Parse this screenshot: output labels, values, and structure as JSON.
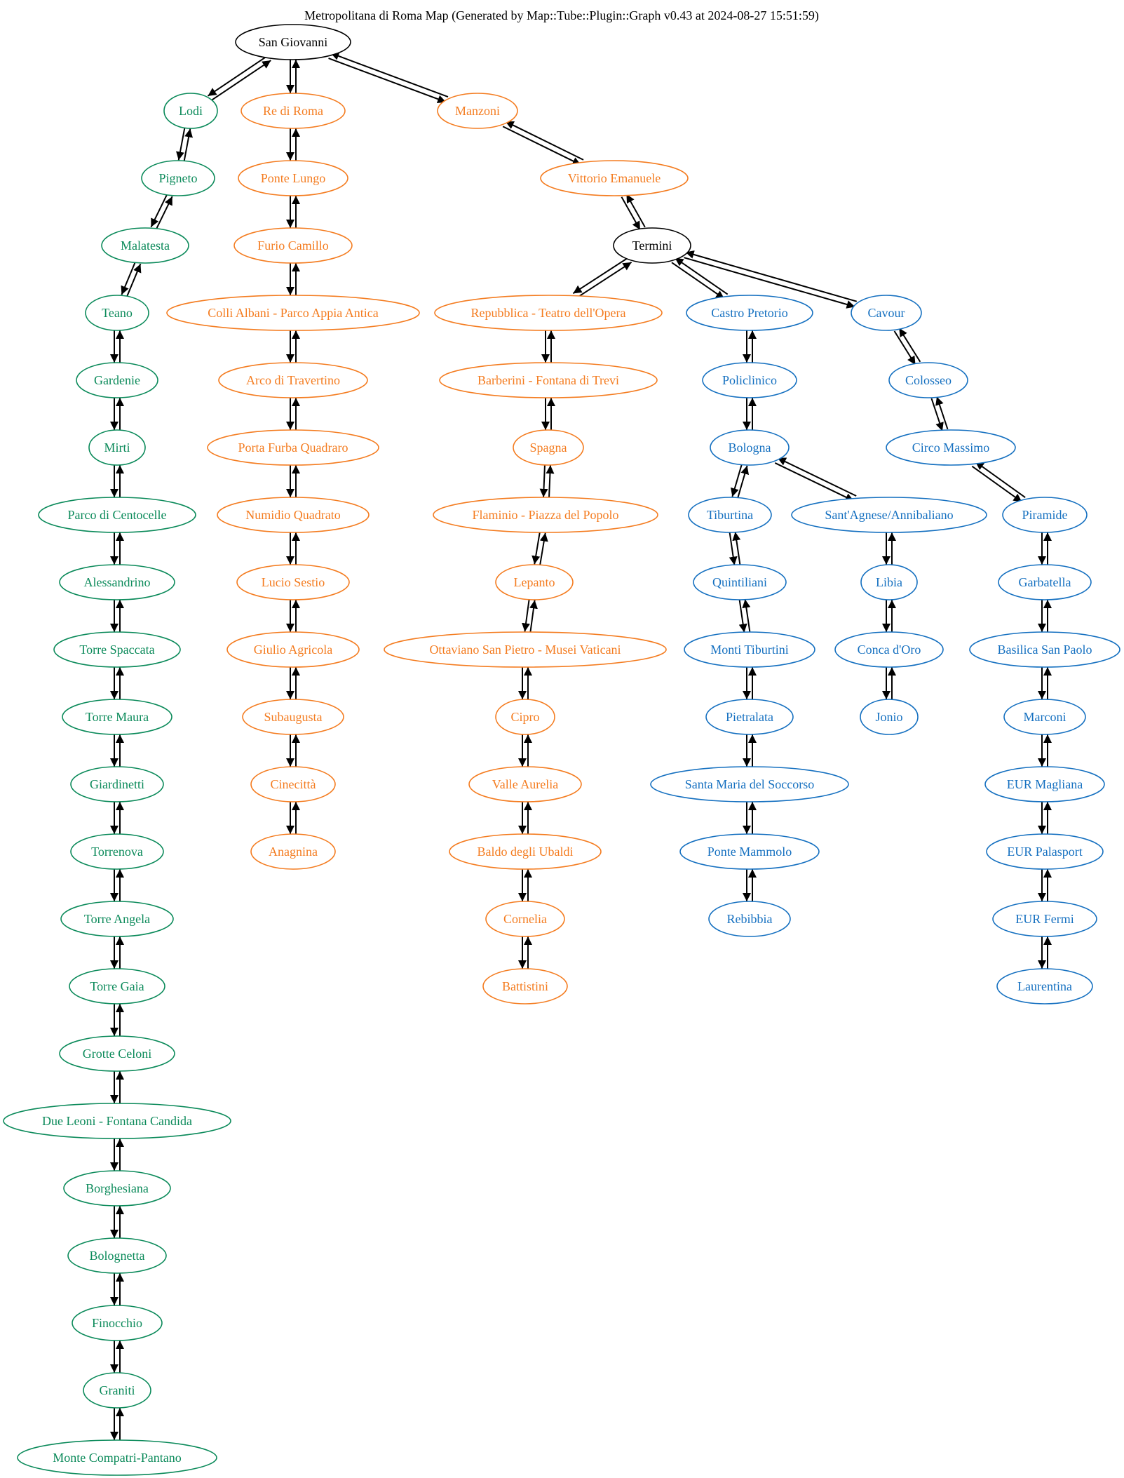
{
  "title": "Metropolitana di Roma Map (Generated by Map::Tube::Plugin::Graph v0.43 at 2024-08-27 15:51:59)",
  "colors": {
    "green": "#0b8a5a",
    "orange": "#f47c20",
    "blue": "#1570c0",
    "black": "#000000"
  },
  "stations": [
    {
      "id": "san_giovanni",
      "name": "San Giovanni",
      "line": "black"
    },
    {
      "id": "termini",
      "name": "Termini",
      "line": "black"
    },
    {
      "id": "lodi",
      "name": "Lodi",
      "line": "green"
    },
    {
      "id": "pigneto",
      "name": "Pigneto",
      "line": "green"
    },
    {
      "id": "malatesta",
      "name": "Malatesta",
      "line": "green"
    },
    {
      "id": "teano",
      "name": "Teano",
      "line": "green"
    },
    {
      "id": "gardenie",
      "name": "Gardenie",
      "line": "green"
    },
    {
      "id": "mirti",
      "name": "Mirti",
      "line": "green"
    },
    {
      "id": "parco_centocelle",
      "name": "Parco di Centocelle",
      "line": "green"
    },
    {
      "id": "alessandrino",
      "name": "Alessandrino",
      "line": "green"
    },
    {
      "id": "torre_spaccata",
      "name": "Torre Spaccata",
      "line": "green"
    },
    {
      "id": "torre_maura",
      "name": "Torre Maura",
      "line": "green"
    },
    {
      "id": "giardinetti",
      "name": "Giardinetti",
      "line": "green"
    },
    {
      "id": "torrenova",
      "name": "Torrenova",
      "line": "green"
    },
    {
      "id": "torre_angela",
      "name": "Torre Angela",
      "line": "green"
    },
    {
      "id": "torre_gaia",
      "name": "Torre Gaia",
      "line": "green"
    },
    {
      "id": "grotte_celoni",
      "name": "Grotte Celoni",
      "line": "green"
    },
    {
      "id": "due_leoni",
      "name": "Due Leoni - Fontana Candida",
      "line": "green"
    },
    {
      "id": "borghesiana",
      "name": "Borghesiana",
      "line": "green"
    },
    {
      "id": "bolognetta",
      "name": "Bolognetta",
      "line": "green"
    },
    {
      "id": "finocchio",
      "name": "Finocchio",
      "line": "green"
    },
    {
      "id": "graniti",
      "name": "Graniti",
      "line": "green"
    },
    {
      "id": "monte_compatri",
      "name": "Monte Compatri-Pantano",
      "line": "green"
    },
    {
      "id": "re_di_roma",
      "name": "Re di Roma",
      "line": "orange"
    },
    {
      "id": "ponte_lungo",
      "name": "Ponte Lungo",
      "line": "orange"
    },
    {
      "id": "furio_camillo",
      "name": "Furio Camillo",
      "line": "orange"
    },
    {
      "id": "colli_albani",
      "name": "Colli Albani - Parco Appia Antica",
      "line": "orange"
    },
    {
      "id": "arco_travertino",
      "name": "Arco di Travertino",
      "line": "orange"
    },
    {
      "id": "porta_furba",
      "name": "Porta Furba Quadraro",
      "line": "orange"
    },
    {
      "id": "numidio",
      "name": "Numidio Quadrato",
      "line": "orange"
    },
    {
      "id": "lucio_sestio",
      "name": "Lucio Sestio",
      "line": "orange"
    },
    {
      "id": "giulio_agricola",
      "name": "Giulio Agricola",
      "line": "orange"
    },
    {
      "id": "subaugusta",
      "name": "Subaugusta",
      "line": "orange"
    },
    {
      "id": "cinecitta",
      "name": "Cinecittà",
      "line": "orange"
    },
    {
      "id": "anagnina",
      "name": "Anagnina",
      "line": "orange"
    },
    {
      "id": "manzoni",
      "name": "Manzoni",
      "line": "orange"
    },
    {
      "id": "vittorio_emanuele",
      "name": "Vittorio Emanuele",
      "line": "orange"
    },
    {
      "id": "repubblica",
      "name": "Repubblica - Teatro dell'Opera",
      "line": "orange"
    },
    {
      "id": "barberini",
      "name": "Barberini - Fontana di Trevi",
      "line": "orange"
    },
    {
      "id": "spagna",
      "name": "Spagna",
      "line": "orange"
    },
    {
      "id": "flaminio",
      "name": "Flaminio - Piazza del Popolo",
      "line": "orange"
    },
    {
      "id": "lepanto",
      "name": "Lepanto",
      "line": "orange"
    },
    {
      "id": "ottaviano",
      "name": "Ottaviano San Pietro - Musei Vaticani",
      "line": "orange"
    },
    {
      "id": "cipro",
      "name": "Cipro",
      "line": "orange"
    },
    {
      "id": "valle_aurelia",
      "name": "Valle Aurelia",
      "line": "orange"
    },
    {
      "id": "baldo",
      "name": "Baldo degli Ubaldi",
      "line": "orange"
    },
    {
      "id": "cornelia",
      "name": "Cornelia",
      "line": "orange"
    },
    {
      "id": "battistini",
      "name": "Battistini",
      "line": "orange"
    },
    {
      "id": "castro_pretorio",
      "name": "Castro Pretorio",
      "line": "blue"
    },
    {
      "id": "policlinico",
      "name": "Policlinico",
      "line": "blue"
    },
    {
      "id": "bologna",
      "name": "Bologna",
      "line": "blue"
    },
    {
      "id": "tiburtina",
      "name": "Tiburtina",
      "line": "blue"
    },
    {
      "id": "quintiliani",
      "name": "Quintiliani",
      "line": "blue"
    },
    {
      "id": "monti_tiburtini",
      "name": "Monti Tiburtini",
      "line": "blue"
    },
    {
      "id": "pietralata",
      "name": "Pietralata",
      "line": "blue"
    },
    {
      "id": "santa_maria",
      "name": "Santa Maria del Soccorso",
      "line": "blue"
    },
    {
      "id": "ponte_mammolo",
      "name": "Ponte Mammolo",
      "line": "blue"
    },
    {
      "id": "rebibbia",
      "name": "Rebibbia",
      "line": "blue"
    },
    {
      "id": "santagnese",
      "name": "Sant'Agnese/Annibaliano",
      "line": "blue"
    },
    {
      "id": "libia",
      "name": "Libia",
      "line": "blue"
    },
    {
      "id": "conca_oro",
      "name": "Conca d'Oro",
      "line": "blue"
    },
    {
      "id": "jonio",
      "name": "Jonio",
      "line": "blue"
    },
    {
      "id": "cavour",
      "name": "Cavour",
      "line": "blue"
    },
    {
      "id": "colosseo",
      "name": "Colosseo",
      "line": "blue"
    },
    {
      "id": "circo_massimo",
      "name": "Circo Massimo",
      "line": "blue"
    },
    {
      "id": "piramide",
      "name": "Piramide",
      "line": "blue"
    },
    {
      "id": "garbatella",
      "name": "Garbatella",
      "line": "blue"
    },
    {
      "id": "basilica",
      "name": "Basilica San Paolo",
      "line": "blue"
    },
    {
      "id": "marconi",
      "name": "Marconi",
      "line": "blue"
    },
    {
      "id": "eur_magliana",
      "name": "EUR Magliana",
      "line": "blue"
    },
    {
      "id": "eur_palasport",
      "name": "EUR Palasport",
      "line": "blue"
    },
    {
      "id": "eur_fermi",
      "name": "EUR Fermi",
      "line": "blue"
    },
    {
      "id": "laurentina",
      "name": "Laurentina",
      "line": "blue"
    }
  ],
  "connections": [
    [
      "san_giovanni",
      "lodi"
    ],
    [
      "lodi",
      "pigneto"
    ],
    [
      "pigneto",
      "malatesta"
    ],
    [
      "malatesta",
      "teano"
    ],
    [
      "teano",
      "gardenie"
    ],
    [
      "gardenie",
      "mirti"
    ],
    [
      "mirti",
      "parco_centocelle"
    ],
    [
      "parco_centocelle",
      "alessandrino"
    ],
    [
      "alessandrino",
      "torre_spaccata"
    ],
    [
      "torre_spaccata",
      "torre_maura"
    ],
    [
      "torre_maura",
      "giardinetti"
    ],
    [
      "giardinetti",
      "torrenova"
    ],
    [
      "torrenova",
      "torre_angela"
    ],
    [
      "torre_angela",
      "torre_gaia"
    ],
    [
      "torre_gaia",
      "grotte_celoni"
    ],
    [
      "grotte_celoni",
      "due_leoni"
    ],
    [
      "due_leoni",
      "borghesiana"
    ],
    [
      "borghesiana",
      "bolognetta"
    ],
    [
      "bolognetta",
      "finocchio"
    ],
    [
      "finocchio",
      "graniti"
    ],
    [
      "graniti",
      "monte_compatri"
    ],
    [
      "san_giovanni",
      "re_di_roma"
    ],
    [
      "re_di_roma",
      "ponte_lungo"
    ],
    [
      "ponte_lungo",
      "furio_camillo"
    ],
    [
      "furio_camillo",
      "colli_albani"
    ],
    [
      "colli_albani",
      "arco_travertino"
    ],
    [
      "arco_travertino",
      "porta_furba"
    ],
    [
      "porta_furba",
      "numidio"
    ],
    [
      "numidio",
      "lucio_sestio"
    ],
    [
      "lucio_sestio",
      "giulio_agricola"
    ],
    [
      "giulio_agricola",
      "subaugusta"
    ],
    [
      "subaugusta",
      "cinecitta"
    ],
    [
      "cinecitta",
      "anagnina"
    ],
    [
      "san_giovanni",
      "manzoni"
    ],
    [
      "manzoni",
      "vittorio_emanuele"
    ],
    [
      "vittorio_emanuele",
      "termini"
    ],
    [
      "termini",
      "repubblica"
    ],
    [
      "repubblica",
      "barberini"
    ],
    [
      "barberini",
      "spagna"
    ],
    [
      "spagna",
      "flaminio"
    ],
    [
      "flaminio",
      "lepanto"
    ],
    [
      "lepanto",
      "ottaviano"
    ],
    [
      "ottaviano",
      "cipro"
    ],
    [
      "cipro",
      "valle_aurelia"
    ],
    [
      "valle_aurelia",
      "baldo"
    ],
    [
      "baldo",
      "cornelia"
    ],
    [
      "cornelia",
      "battistini"
    ],
    [
      "termini",
      "castro_pretorio"
    ],
    [
      "castro_pretorio",
      "policlinico"
    ],
    [
      "policlinico",
      "bologna"
    ],
    [
      "bologna",
      "tiburtina"
    ],
    [
      "tiburtina",
      "quintiliani"
    ],
    [
      "quintiliani",
      "monti_tiburtini"
    ],
    [
      "monti_tiburtini",
      "pietralata"
    ],
    [
      "pietralata",
      "santa_maria"
    ],
    [
      "santa_maria",
      "ponte_mammolo"
    ],
    [
      "ponte_mammolo",
      "rebibbia"
    ],
    [
      "bologna",
      "santagnese"
    ],
    [
      "santagnese",
      "libia"
    ],
    [
      "libia",
      "conca_oro"
    ],
    [
      "conca_oro",
      "jonio"
    ],
    [
      "termini",
      "cavour"
    ],
    [
      "cavour",
      "colosseo"
    ],
    [
      "colosseo",
      "circo_massimo"
    ],
    [
      "circo_massimo",
      "piramide"
    ],
    [
      "piramide",
      "garbatella"
    ],
    [
      "garbatella",
      "basilica"
    ],
    [
      "basilica",
      "marconi"
    ],
    [
      "marconi",
      "eur_magliana"
    ],
    [
      "eur_magliana",
      "eur_palasport"
    ],
    [
      "eur_palasport",
      "eur_fermi"
    ],
    [
      "eur_fermi",
      "laurentina"
    ]
  ]
}
